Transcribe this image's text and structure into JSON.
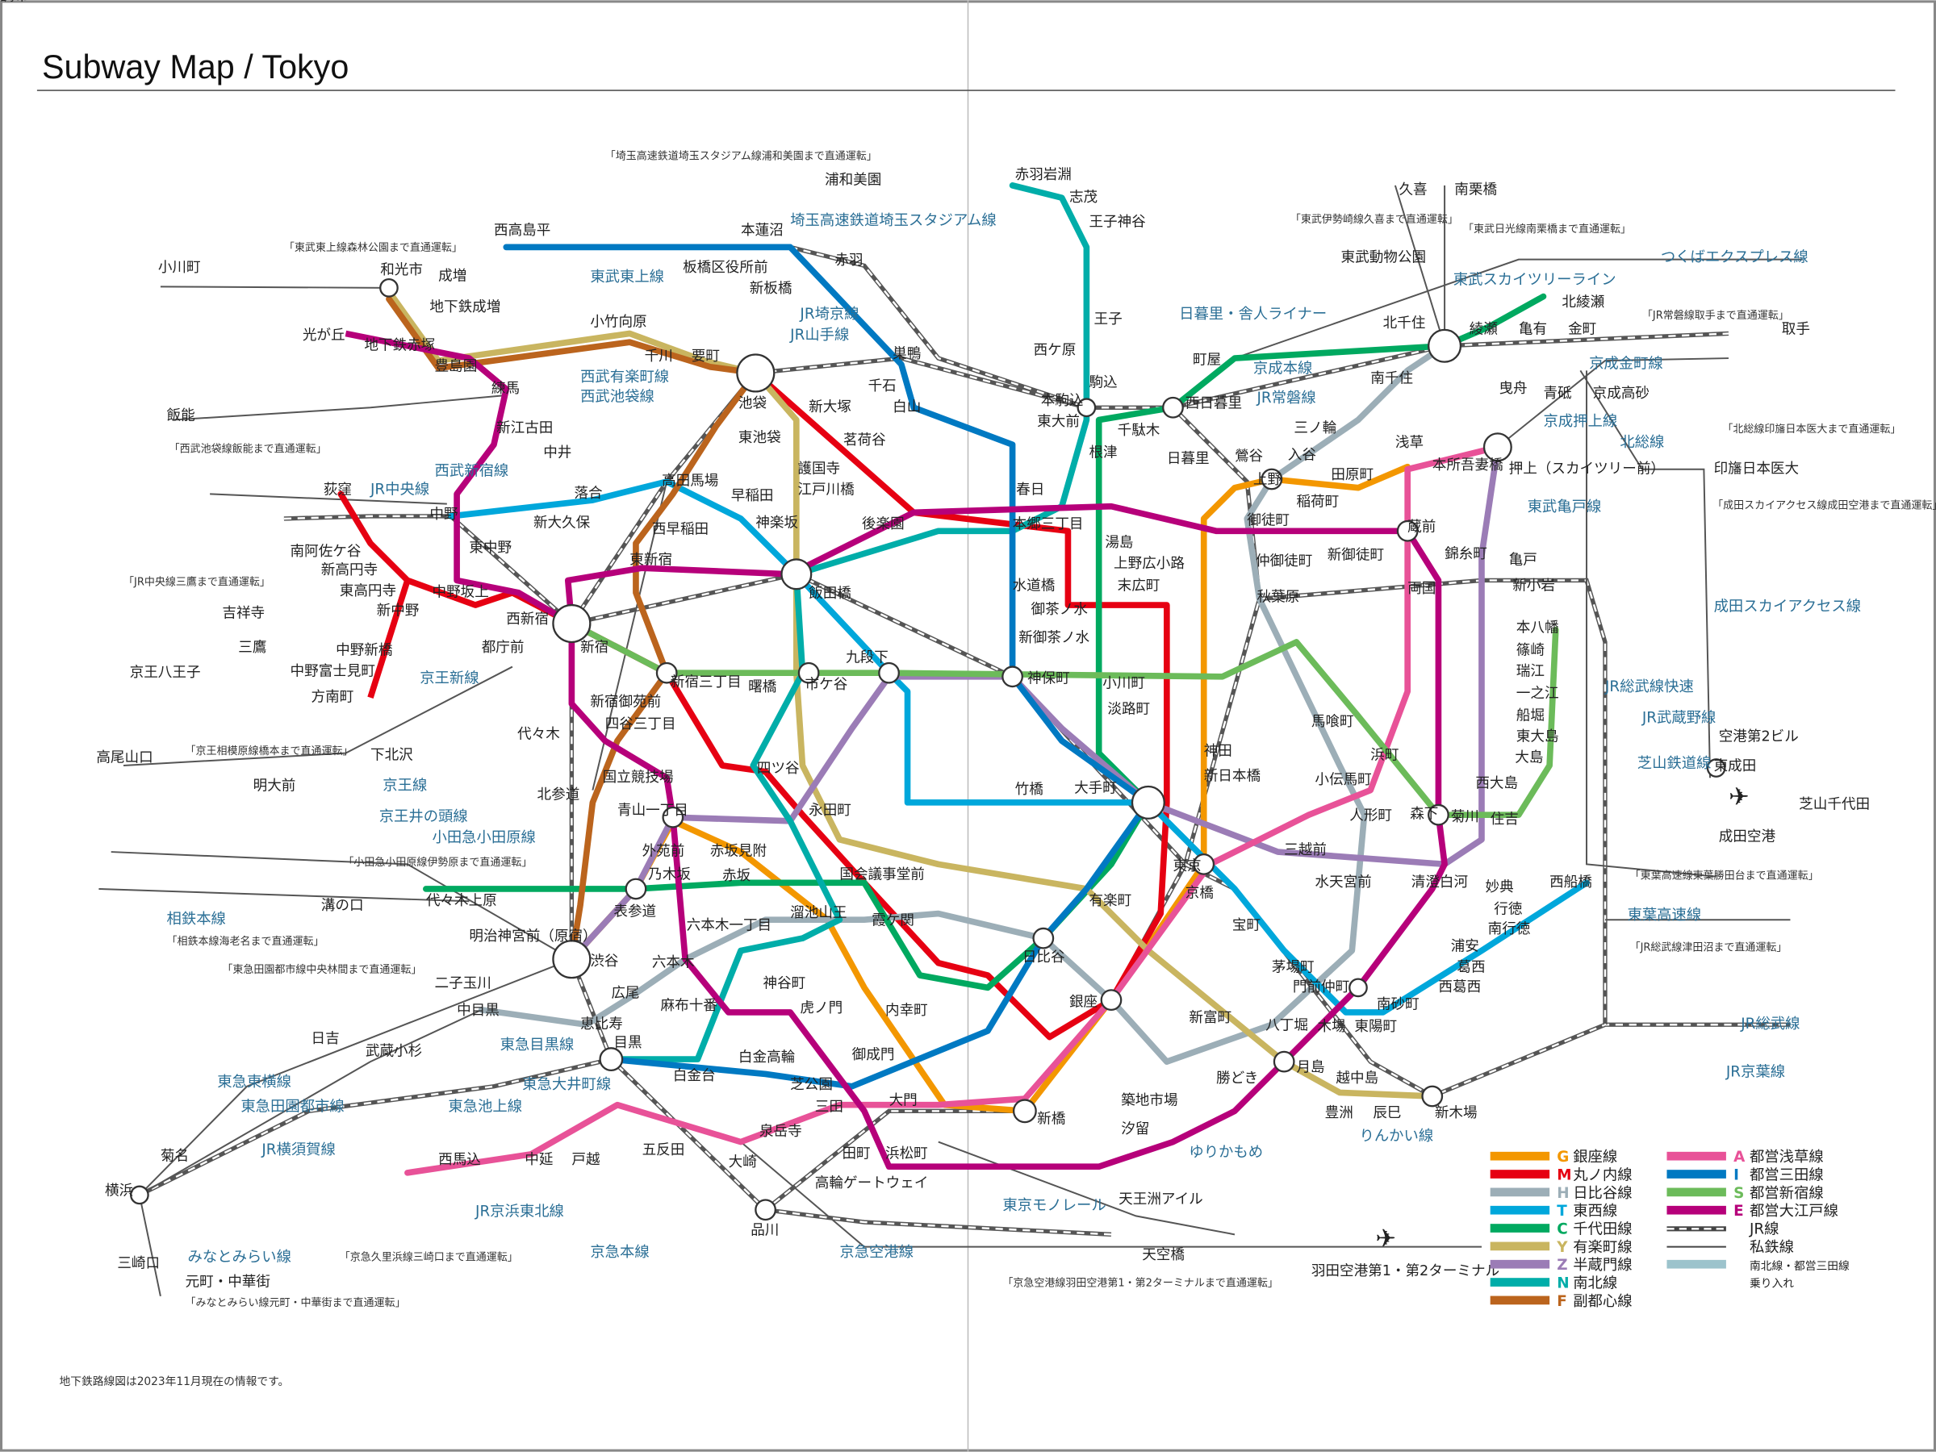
{
  "title": "Subway Map / Tokyo",
  "footnote": "地下鉄路線図は2023年11月現在の情報です。",
  "lines": [
    {
      "code": "G",
      "name": "銀座線",
      "color": "#f39700"
    },
    {
      "code": "M",
      "name": "丸ノ内線",
      "color": "#e60012"
    },
    {
      "code": "H",
      "name": "日比谷線",
      "color": "#9caeb7"
    },
    {
      "code": "T",
      "name": "東西線",
      "color": "#00a7db"
    },
    {
      "code": "C",
      "name": "千代田線",
      "color": "#00a960"
    },
    {
      "code": "Y",
      "name": "有楽町線",
      "color": "#c9b560"
    },
    {
      "code": "Z",
      "name": "半蔵門線",
      "color": "#9b7cb6"
    },
    {
      "code": "N",
      "name": "南北線",
      "color": "#00ada9"
    },
    {
      "code": "F",
      "name": "副都心線",
      "color": "#bb641d"
    },
    {
      "code": "A",
      "name": "都営浅草線",
      "color": "#e85298"
    },
    {
      "code": "I",
      "name": "都営三田線",
      "color": "#0079c2"
    },
    {
      "code": "S",
      "name": "都営新宿線",
      "color": "#6cbb5a"
    },
    {
      "code": "E",
      "name": "都営大江戸線",
      "color": "#b6007a"
    }
  ],
  "legend_extra": [
    {
      "name": "JR線",
      "style": "jr"
    },
    {
      "name": "私鉄線",
      "style": "private"
    },
    {
      "name": "南北線・都営三田線",
      "name2": "乗り入れ",
      "style": "through"
    }
  ],
  "stations": [
    "和光市",
    "小竹向原",
    "千川",
    "要町",
    "豊島園",
    "練馬",
    "光が丘",
    "新江古田",
    "中井",
    "落合",
    "中野",
    "東中野",
    "新大久保",
    "高田馬場",
    "早稲田",
    "神楽坂",
    "後楽園",
    "春日",
    "本郷三丁目",
    "湯島",
    "上野広小路",
    "末広町",
    "御徒町",
    "秋葉原",
    "仲御徒町",
    "新御徒町",
    "蔵前",
    "両国",
    "浅草",
    "本所吾妻橋",
    "錦糸町",
    "亀戸",
    "住吉",
    "森下",
    "清澄白河",
    "門前仲町",
    "月島",
    "勝どき",
    "築地市場",
    "汐留",
    "豊洲",
    "辰巳",
    "新木場",
    "越中島",
    "大門",
    "三田",
    "白金高輪",
    "白金台",
    "麻布十番",
    "六本木",
    "六本木一丁目",
    "溜池山王",
    "国会議事堂前",
    "赤坂",
    "赤坂見附",
    "永田町",
    "青山一丁目",
    "外苑前",
    "乃木坂",
    "四ツ谷",
    "市ケ谷",
    "九段下",
    "神保町",
    "竹橋",
    "霞ケ関",
    "日比谷",
    "有楽町",
    "東京",
    "三越前",
    "人形町",
    "水天宮前",
    "茅場町",
    "八丁堀",
    "新富町",
    "宝町",
    "京橋",
    "神田",
    "新日本橋",
    "小伝馬町",
    "馬喰町",
    "浜町",
    "小川町",
    "淡路町",
    "御茶ノ水",
    "新御茶ノ水",
    "水道橋",
    "本駒込",
    "駒込",
    "王子",
    "王子神谷",
    "志茂",
    "赤羽岩淵",
    "西ケ原",
    "巣鴨",
    "千石",
    "白山",
    "新板橋",
    "板橋区役所前",
    "西高島平",
    "本蓮沼",
    "新大塚",
    "茗荷谷",
    "東池袋",
    "護国寺",
    "江戸川橋",
    "西早稲田",
    "東新宿",
    "新宿三丁目",
    "新宿御苑前",
    "四谷三丁目",
    "曙橋",
    "都庁前",
    "西新宿",
    "中野坂上",
    "新中野",
    "東高円寺",
    "新高円寺",
    "南阿佐ケ谷",
    "荻窪",
    "方南町",
    "中野富士見町",
    "中野新橋",
    "代々木",
    "北参道",
    "国立競技場",
    "代々木上原",
    "広尾",
    "神谷町",
    "虎ノ門",
    "内幸町",
    "御成門",
    "芝公園",
    "泉岳寺",
    "高輪ゲートウェイ",
    "田町",
    "浜松町",
    "五反田",
    "戸越",
    "大崎",
    "中延",
    "西馬込",
    "北綾瀬",
    "綾瀬",
    "町屋",
    "西日暮里",
    "日暮里",
    "千駄木",
    "根津",
    "東大前",
    "南千住",
    "三ノ輪",
    "入谷",
    "稲荷町",
    "田原町",
    "鶯谷",
    "新小岩",
    "西船橋",
    "浦安",
    "葛西",
    "東陽町",
    "木場",
    "南砂町",
    "西葛西",
    "妙典",
    "行徳",
    "南行徳",
    "本八幡",
    "船堀",
    "大島",
    "西大島",
    "菊川",
    "一之江",
    "瑞江",
    "篠崎",
    "東大島",
    "成田空港",
    "空港第2ビル",
    "東成田",
    "羽田空港第1・第2ターミナル",
    "横浜",
    "元町・中華街",
    "三崎口",
    "京王八王子",
    "高尾山口",
    "吉祥寺",
    "三鷹",
    "小川町",
    "飯能",
    "成増",
    "地下鉄成増",
    "地下鉄赤塚",
    "取手",
    "印旛日本医大",
    "芝山千代田",
    "久喜",
    "南栗橋",
    "東武動物公園",
    "浦和美園",
    "赤羽",
    "池袋",
    "新宿",
    "渋谷",
    "飯田橋",
    "大手町",
    "北千住",
    "押上（スカイツリー前）",
    "上野",
    "銀座",
    "新橋",
    "品川",
    "目黒",
    "恵比寿",
    "中目黒",
    "表参道",
    "明治神宮前（原宿）",
    "京成高砂",
    "青砥",
    "曳舟",
    "金町",
    "亀有",
    "天王洲アイル",
    "天空橋",
    "菊名",
    "武蔵小杉",
    "日吉",
    "二子玉川",
    "溝の口",
    "下北沢",
    "明大前",
    "調布"
  ],
  "line_labels": [
    "JR山手線",
    "東武東上線",
    "西武池袋線",
    "西武有楽町線",
    "西武新宿線",
    "JR中央線",
    "京王線",
    "京王新線",
    "京王井の頭線",
    "小田急小田原線",
    "東急東横線",
    "東急田園都市線",
    "東急目黒線",
    "東急池上線",
    "東急大井町線",
    "京急本線",
    "京急空港線",
    "JR京浜東北線",
    "東武スカイツリーライン",
    "つくばエクスプレス線",
    "京成本線",
    "京成押上線",
    "北総線",
    "成田スカイアクセス線",
    "JR総武線",
    "JR京葉線",
    "JR常磐線",
    "りんかい線",
    "ゆりかもめ",
    "東京モノレール",
    "埼玉高速鉄道埼玉スタジアム線",
    "日暮里・舎人ライナー",
    "みなとみらい線",
    "相鉄本線",
    "JR埼京線",
    "JR横須賀線",
    "京成金町線",
    "東武亀戸線",
    "芝山鉄道線",
    "東葉高速線",
    "JR武蔵野線",
    "JR総武線快速"
  ],
  "notes": [
    "「埼玉高速鉄道埼玉スタジアム線浦和美園まで直通運転」",
    "「東武東上線森林公園まで直通運転」",
    "「西武池袋線飯能まで直通運転」",
    "「JR中央線三鷹まで直通運転」",
    "「京王相模原線橋本まで直通運転」",
    "「小田急小田原線伊勢原まで直通運転」",
    "「相鉄本線海老名まで直通運転」",
    "「東急田園都市線中央林間まで直通運転」",
    "「京急久里浜線三崎口まで直通運転」",
    "「みなとみらい線元町・中華街まで直通運転」",
    "「京急空港線羽田空港第1・第2ターミナルまで直通運転」",
    "「JR常磐線取手まで直通運転」",
    "「北総線印旛日本医大まで直通運転」",
    "「成田スカイアクセス線成田空港まで直通運転」",
    "「東武日光線南栗橋まで直通運転」",
    "「東武伊勢崎線久喜まで直通運転」",
    "「東葉高速線東葉勝田台まで直通運転」",
    "「JR総武線津田沼まで直通運転」"
  ]
}
